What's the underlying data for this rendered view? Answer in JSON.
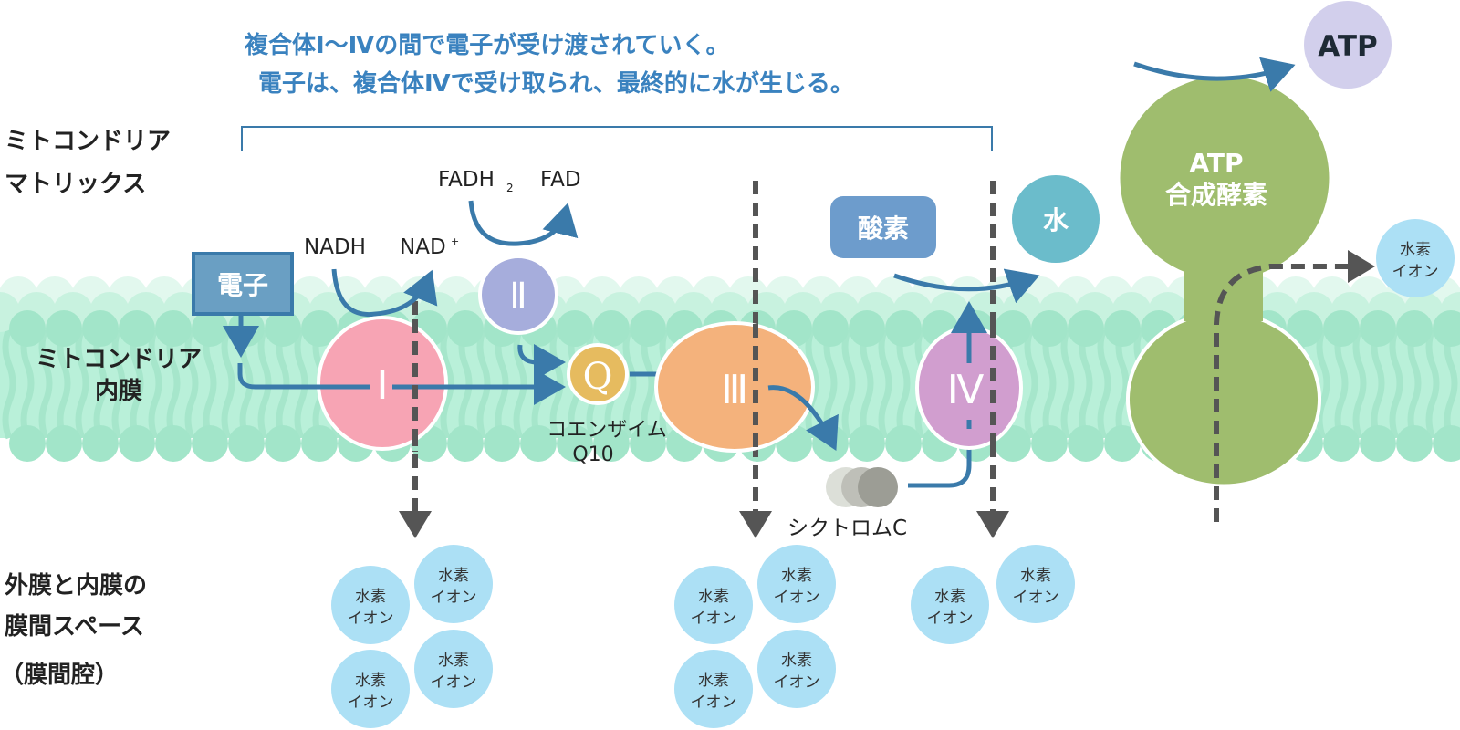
{
  "caption": {
    "line1": "複合体Ⅰ～Ⅳの間で電子が受け渡されていく。",
    "line2": "電子は、複合体Ⅳで受け取られ、最終的に水が生じる。"
  },
  "regions": {
    "matrix_line1": "ミトコンドリア",
    "matrix_line2": "マトリックス",
    "inner_membrane_line1": "ミトコンドリア",
    "inner_membrane_line2": "内膜",
    "intermembrane_line1": "外膜と内膜の",
    "intermembrane_line2": "膜間スペース",
    "intermembrane_line3": "（膜間腔）"
  },
  "electron_box": "電子",
  "molecules": {
    "nadh": "NADH",
    "nad": "NAD",
    "nad_sup": "+",
    "fadh": "FADH",
    "fadh_sub": "2",
    "fad": "FAD",
    "oxygen": "酸素",
    "water": "水",
    "atp": "ATP"
  },
  "complexes": {
    "c1": "Ⅰ",
    "c2": "Ⅱ",
    "q": "Q",
    "c3": "Ⅲ",
    "c4": "Ⅳ"
  },
  "coenzyme_line1": "コエンザイム",
  "coenzyme_line2": "Q10",
  "cytochrome": "シクトロムC",
  "atp_synthase_line1": "ATP",
  "atp_synthase_line2": "合成酵素",
  "hydrogen_ion_line1": "水素",
  "hydrogen_ion_line2": "イオン",
  "colors": {
    "arrow_blue": "#3a7aaa",
    "caption_blue": "#3a82bf",
    "complex1": "#f7a4b4",
    "complex2": "#a6addc",
    "coenzyme_q": "#e6bb5f",
    "complex3": "#f4b27c",
    "complex4": "#d19ecf",
    "oxygen": "#6d9ccc",
    "water": "#6bbccb",
    "atp": "#d2cfec",
    "atp_synthase": "#9fbd6e",
    "hydrogen_ion": "#ace0f5",
    "electron_box": "#6a9fc3",
    "dashed_arrow": "#555555"
  }
}
